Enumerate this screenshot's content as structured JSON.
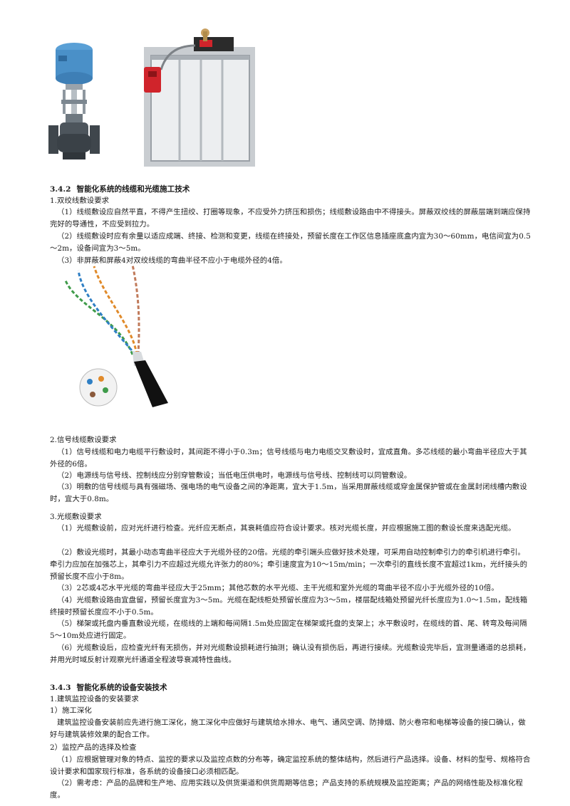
{
  "sec342": {
    "num": "3.4.2",
    "title": "智能化系统的线缆和光缆施工技术",
    "s1_title": "1.双绞线敷设要求",
    "s1_p1": "（1）线缆敷设应自然平直，不得产生扭绞、打圈等现象，不应受外力挤压和损伤；线缆敷设路由中不得接头。屏蔽双绞线的屏蔽层端到端应保持完好的导通性，不应受到拉力。",
    "s1_p2": "（2）线缆敷设时应有余量以适应成端、终接、检测和变更，线缆在终接处，预留长度在工作区信息插座底盒内宜为30～60mm，电信间宜为0.5～2m，设备间宜为3～5m。",
    "s1_p3": "（3）非屏蔽和屏蔽4对双绞线缆的弯曲半径不应小于电缆外径的4倍。",
    "s2_title": "2.信号线缆敷设要求",
    "s2_p1": "（1）信号线缆和电力电缆平行敷设时，其间距不得小于0.3m；信号线缆与电力电缆交叉敷设时，宜成直角。多芯线缆的最小弯曲半径应大于其外径的6倍。",
    "s2_p2": "（2）电源线与信号线、控制线应分别穿管敷设；当低电压供电时，电源线与信号线、控制线可以同管敷设。",
    "s2_p3": "（3）明敷的信号线缆与具有强磁场、强电场的电气设备之间的净距离，宜大于1.5m，当采用屏蔽线缆或穿金属保护管或在金属封闭线槽内敷设时，宜大于0.8m。",
    "s3_title": "3.光缆敷设要求",
    "s3_p1": "（1）光缆敷设前，应对光纤进行检查。光纤应无断点，其衰耗值应符合设计要求。核对光缆长度，并应根据施工图的敷设长度来选配光缆。",
    "s3_p2": "（2）敷设光缆时，其最小动态弯曲半径应大于光缆外径的20倍。光缆的牵引端头应做好技术处理，可采用自动控制牵引力的牵引机进行牵引。牵引力应加在加强芯上，其牵引力不应超过光缆允许张力的80%；牵引速度宜为10～15m/min；一次牵引的直线长度不宜超过1km，光纤接头的预留长度不应小于8m。",
    "s3_p3": "（3）2芯或4芯水平光缆的弯曲半径应大于25mm；其他芯数的水平光缆、主干光缆和室外光缆的弯曲半径不应小于光缆外径的10倍。",
    "s3_p4": "（4）光缆敷设路由宜盘留，预留长度宜为3～5m。光缆在配线柜处预留长度应为3～5m，楼层配线箱处预留光纤长度应为1.0～1.5m，配线箱终接时预留长度应不小于0.5m。",
    "s3_p5": "（5）梯架或托盘内垂直敷设光缆，在缆线的上端和每间隔1.5m处应固定在梯架或托盘的支架上；水平敷设时，在缆线的首、尾、转弯及每间隔5～10m处应进行固定。",
    "s3_p6": "（6）光缆敷设后，应检查光纤有无损伤，并对光缆敷设损耗进行抽测；确认没有损伤后，再进行接续。光缆敷设完毕后，宜测量通道的总损耗，并用光时域反射计观察光纤通道全程波导衰减特性曲线。"
  },
  "sec343": {
    "num": "3.4.3",
    "title": "智能化系统的设备安装技术",
    "s1_title": "1.建筑监控设备的安装要求",
    "sub1_title": "1）施工深化",
    "sub1_p1": "建筑监控设备安装前应先进行施工深化，施工深化中应做好与建筑给水排水、电气、通风空调、防排烟、防火卷帘和电梯等设备的接口确认，做好与建筑装修效果的配合工作。",
    "sub2_title": "2）监控产品的选择及检查",
    "sub2_p1": "（1）应根据管理对象的特点、监控的要求以及监控点数的分布等，确定监控系统的整体结构，然后进行产品选择。设备、材料的型号、规格符合设计要求和国家现行标准，各系统的设备接口必须相匹配。",
    "sub2_p2": "（2）需考虑：产品的品牌和生产地、应用实践以及供货渠道和供货周期等信息；产品支持的系统规模及监控距离；产品的网络性能及标准化程度。"
  },
  "colors": {
    "actuator_blue": "#4a90c8",
    "damper_red": "#d0242b",
    "pair_blue": "#2f7fc4",
    "pair_orange": "#e08a2a",
    "pair_green": "#3f9b4a"
  }
}
